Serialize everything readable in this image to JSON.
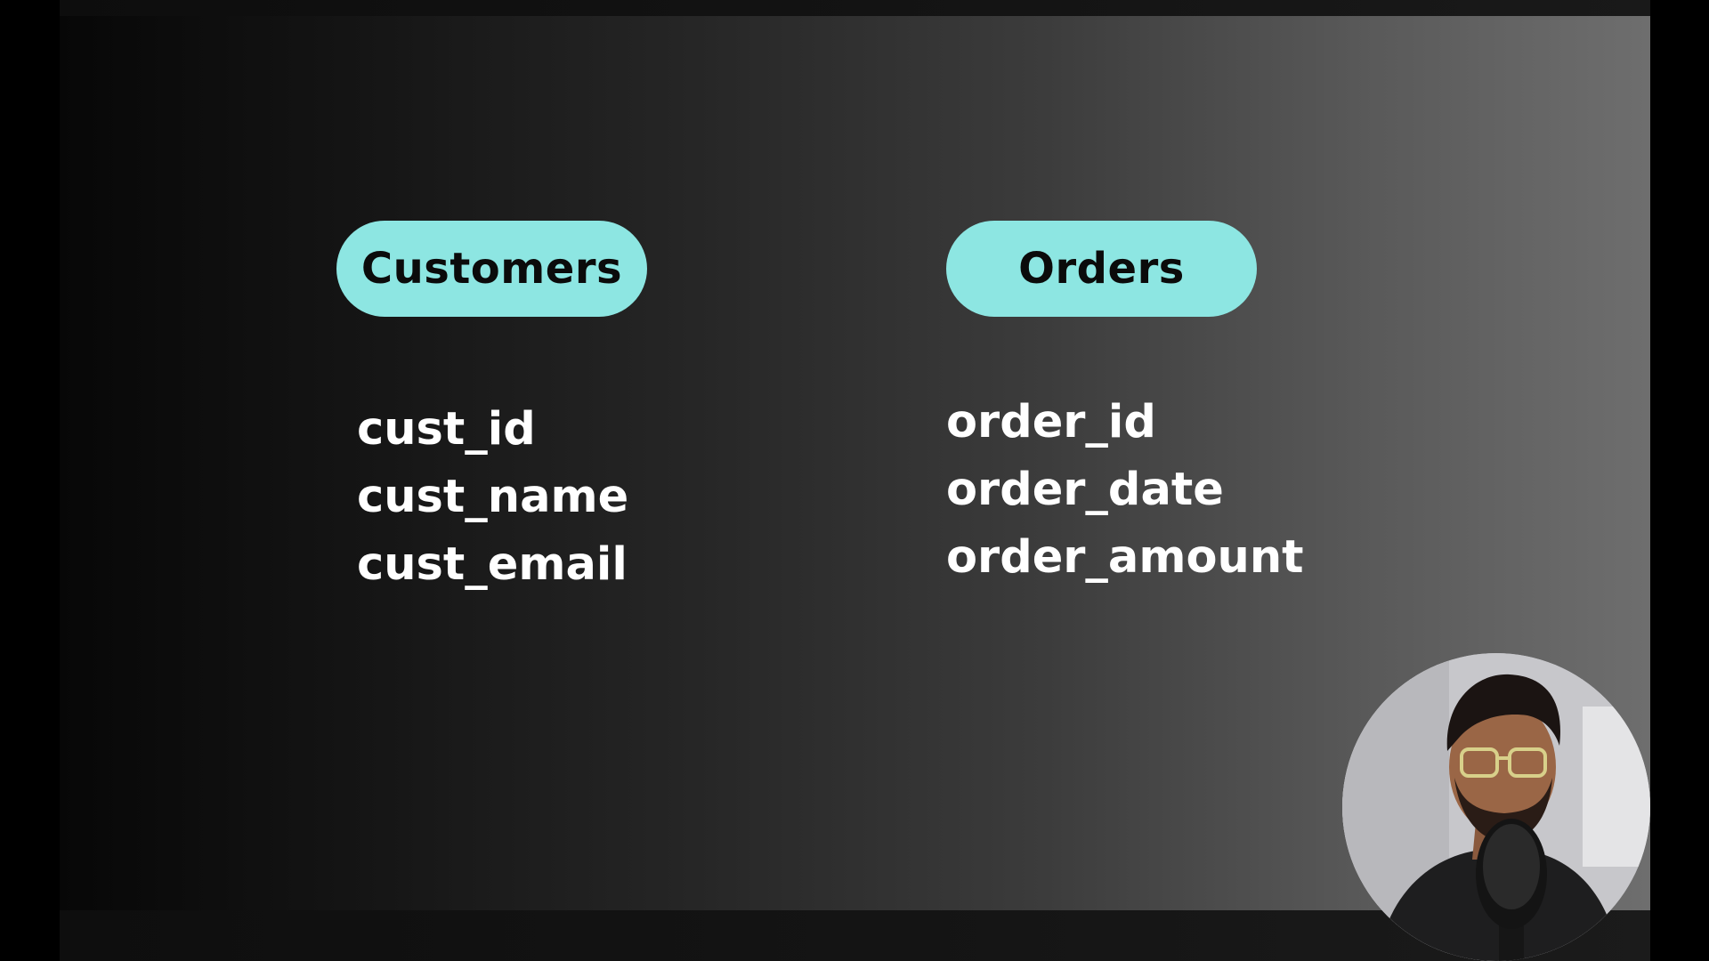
{
  "tables": [
    {
      "name": "Customers",
      "fields": [
        "cust_id",
        "cust_name",
        "cust_email"
      ]
    },
    {
      "name": "Orders",
      "fields": [
        "order_id",
        "order_date",
        "order_amount"
      ]
    }
  ],
  "colors": {
    "pill": "#8de6e2",
    "pill_text": "#0b0b0b",
    "field_text": "#ffffff"
  },
  "overlay": {
    "icon": "presenter-webcam"
  }
}
